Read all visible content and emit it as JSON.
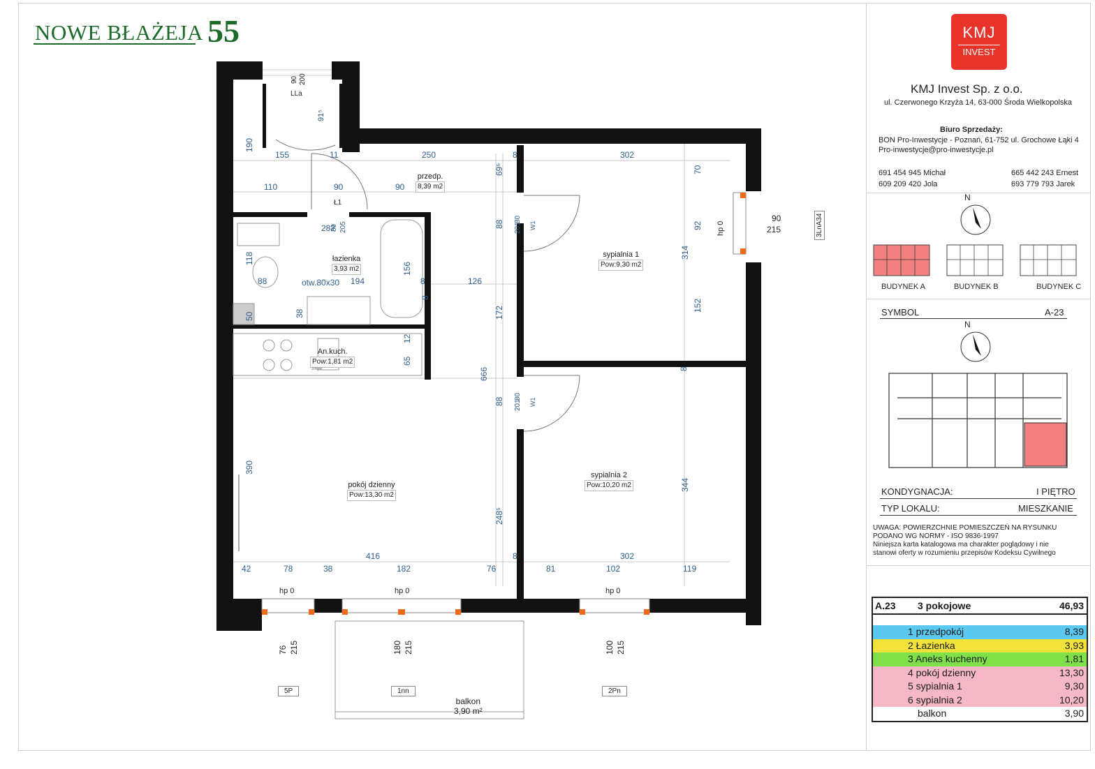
{
  "brand": {
    "name": "NOWE BŁAŻEJA",
    "number": "55"
  },
  "company": {
    "logo_top": "KMJ",
    "logo_bottom": "INVEST",
    "name": "KMJ Invest Sp. z o.o.",
    "address": "ul. Czerwonego Krzyża 14, 63-000 Środa Wielkopolska",
    "sales_title": "Biuro Sprzedaży:",
    "sales_line1": "BON Pro-Inwestycje - Poznań, 61-752 ul. Grochowe Łąki 4",
    "sales_email": "Pro-inwestycje@pro-inwestycje.pl",
    "phones": [
      "691 454 945 Michał",
      "665 442 243 Ernest",
      "609 209 420 Jola",
      "693 779 793 Jarek"
    ]
  },
  "compass_label": "N",
  "buildings": [
    "BUDYNEK A",
    "BUDYNEK B",
    "BUDYNEK C"
  ],
  "symbol": {
    "label": "SYMBOL",
    "value": "A-23"
  },
  "floor": {
    "label": "KONDYGNACJA:",
    "value": "I PIĘTRO"
  },
  "unit_type": {
    "label": "TYP LOKALU:",
    "value": "MIESZKANIE"
  },
  "notes": {
    "line1": "UWAGA: POWIERZCHNIE POMIESZCZEŃ NA RYSUNKU",
    "line2": "PODANO WG NORMY - ISO 9836-1997",
    "line3": "Niniejsza karta katalogowa ma charakter poglądowy i nie",
    "line4": "stanowi oferty w rozumieniu przepisów Kodeksu Cywilnego"
  },
  "summary": {
    "id": "A.23",
    "rooms": "3 pokojowe",
    "total": "46,93",
    "items": [
      {
        "label": "1 przedpokój",
        "value": "8,39",
        "color": "#5bc8f0"
      },
      {
        "label": "2 Łazienka",
        "value": "3,93",
        "color": "#f2e23a"
      },
      {
        "label": "3 Aneks kuchenny",
        "value": "1,81",
        "color": "#7fe04a"
      },
      {
        "label": "4 pokój dzienny",
        "value": "13,30",
        "color": "#f6b8c6"
      },
      {
        "label": "5 sypialnia 1",
        "value": "9,30",
        "color": "#f6b8c6"
      },
      {
        "label": "6 sypialnia 2",
        "value": "10,20",
        "color": "#f6b8c6"
      },
      {
        "label": "balkon",
        "value": "3,90",
        "color": "#ffffff"
      }
    ]
  },
  "rooms": {
    "hall": {
      "name": "przedp.",
      "area": "8,39 m2"
    },
    "bath": {
      "name": "łazienka",
      "area": "3,93 m2"
    },
    "kitchen": {
      "name": "An.kuch.",
      "area": "Pow:1,81 m2"
    },
    "living": {
      "name": "pokój dzienny",
      "area": "Pow:13,30 m2"
    },
    "bed1": {
      "name": "sypialnia 1",
      "area": "Pow:9,30 m2"
    },
    "bed2": {
      "name": "sypialnia 2",
      "area": "Pow:10,20 m2"
    },
    "balcony": {
      "name": "balkon",
      "area": "3,90 m²"
    }
  },
  "plan_labels": {
    "lla": "LLa",
    "l1": "Ł1",
    "w1a": "W1",
    "w1b": "W1",
    "otw": "otw.80x30",
    "zmyw": "zmyw",
    "hp0_right": "hp 0",
    "hp0_a": "hp 0",
    "hp0_b": "hp 0",
    "hp0_c": "hp 0",
    "win_tag": "3LnA34",
    "tag_5p": "5P",
    "tag_1nn": "1nn",
    "tag_2pn": "2Pn"
  },
  "dims": {
    "d190": "190",
    "d155": "155",
    "d11": "11",
    "d250": "250",
    "d8a": "8",
    "d302a": "302",
    "d110": "110",
    "d90a": "90",
    "d90b": "90",
    "d282": "282",
    "d88a": "88",
    "d194": "194",
    "d8b": "8",
    "d126": "126",
    "d42": "42",
    "d78": "78",
    "d38a": "38",
    "d416": "416",
    "d182": "182",
    "d76": "76",
    "d8c": "8",
    "d302b": "302",
    "d81": "81",
    "d102": "102",
    "d119": "119",
    "d90c": "90",
    "d215r": "215",
    "d70": "70",
    "d92": "92",
    "d314": "314",
    "d152": "152",
    "d344": "344",
    "d390": "390",
    "d666": "666",
    "d172": "172",
    "d88b": "88",
    "d88c": "88",
    "d695": "69⁵",
    "d2485": "248⁵",
    "d118": "118",
    "d156": "156",
    "d50": "50",
    "d38b": "38",
    "d12": "12",
    "d65": "65",
    "d8v": "8",
    "d8v2": "8",
    "d80a": "80",
    "d201a": "201",
    "d80b": "80",
    "d201b": "201",
    "d90t": "90",
    "d200t": "200",
    "d915": "91⁵",
    "d205": "205",
    "d80l1": "80",
    "b76": "76",
    "b215a": "215",
    "b180": "180",
    "b215b": "215",
    "b100": "100",
    "b215c": "215"
  }
}
